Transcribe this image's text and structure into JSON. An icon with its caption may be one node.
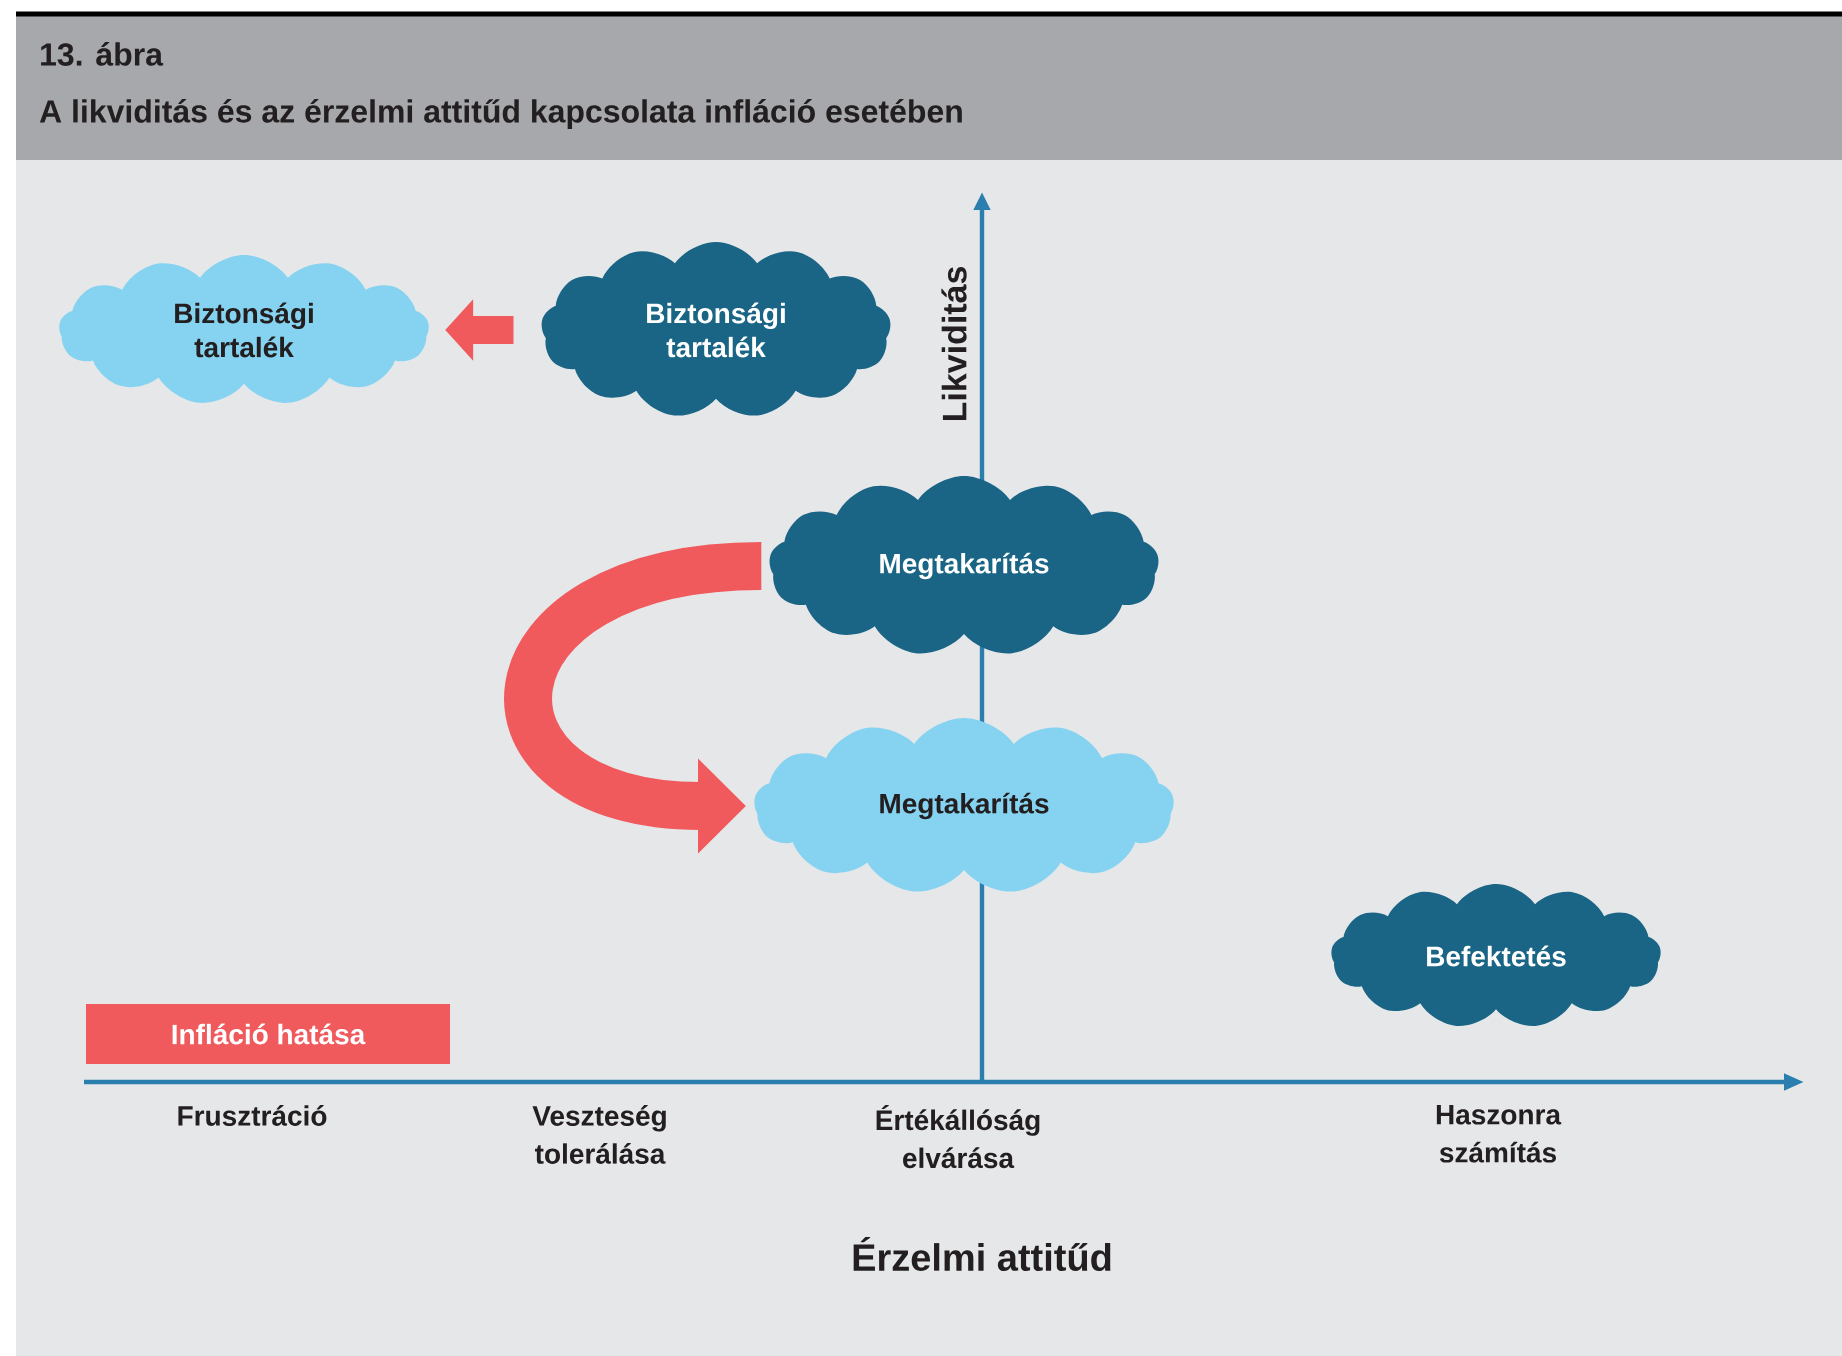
{
  "diagram": {
    "title": "A likviditás és az érzelmi attitűd kapcsolata infláció esetében",
    "nodes": [
      {
        "text": [
          "Biztonsági tartalék"
        ]
      },
      {
        "text": [
          "Biztonsági tartalék"
        ]
      },
      {
        "text": [
          "Megtakarítás"
        ]
      },
      {
        "text": [
          "Megtakarítás"
        ]
      },
      {
        "text": [
          "Befektetés"
        ]
      },
      {
        "text": [
          "Infláció hatása"
        ]
      }
    ],
    "edges": [
      {
        "from": 1,
        "to": 0,
        "arrow": "to"
      },
      {
        "from": 2,
        "to": 3,
        "arrow": "to"
      }
    ],
    "labels": [
      "13. ábra",
      "Likviditás",
      "Frusztráció",
      "Veszteség tolerálása",
      "Értékállóság elvárása",
      "Haszonra számítás",
      "Érzelmi attitűd"
    ]
  }
}
